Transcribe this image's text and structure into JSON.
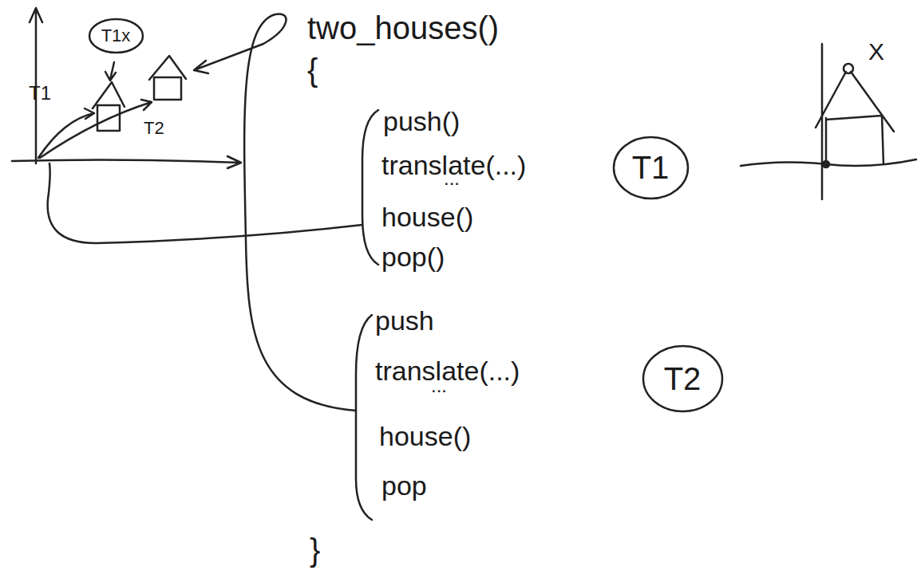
{
  "diagram": {
    "nodes": [
      {
        "text": [
          "T1"
        ]
      },
      {
        "text": [
          "T2"
        ]
      },
      {
        "text": [
          "T1x"
        ]
      }
    ],
    "labels": [
      "two_houses()",
      "{",
      "push()",
      "translate(...)",
      "...",
      "house()",
      "pop()",
      "push",
      "translate(...)",
      "...",
      "house()",
      "pop",
      "}",
      "T1",
      "T2",
      "X"
    ]
  }
}
